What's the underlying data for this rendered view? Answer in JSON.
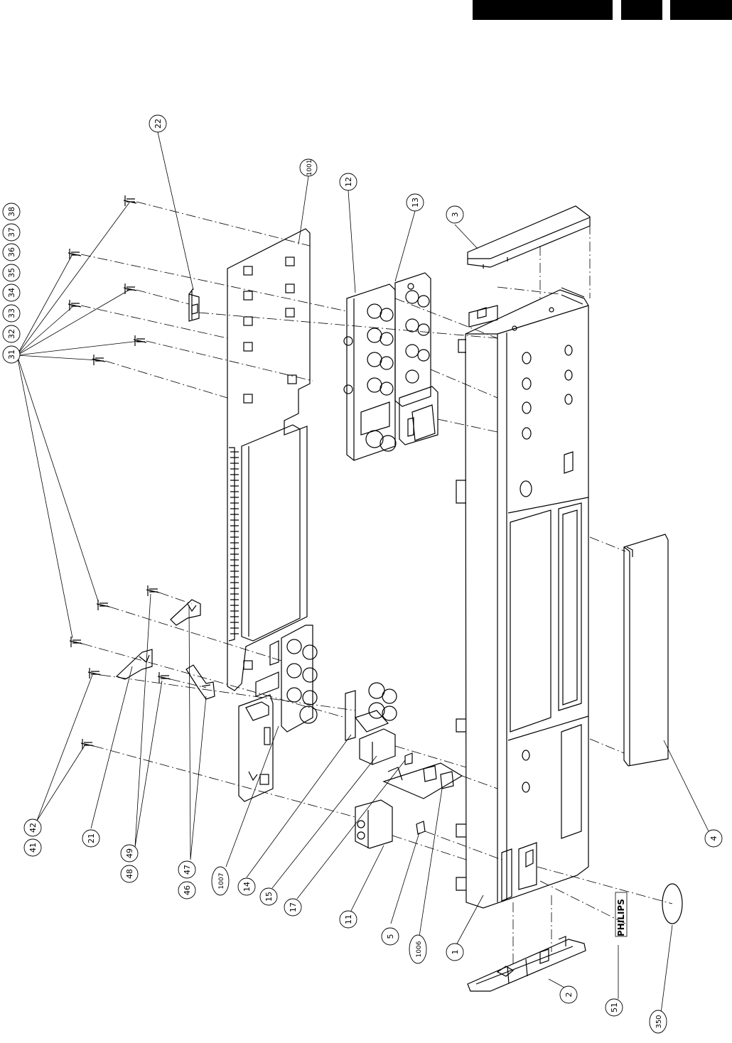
{
  "header": {
    "bars": [
      "",
      "",
      ""
    ]
  },
  "callouts": {
    "c22": "22",
    "c1001": "1001",
    "c12": "12",
    "c13": "13",
    "c3": "3",
    "c38": "38",
    "c37": "37",
    "c36": "36",
    "c35": "35",
    "c34": "34",
    "c33": "33",
    "c32": "32",
    "c31": "31",
    "c41": "41",
    "c42": "42",
    "c21": "21",
    "c48": "48",
    "c49": "49",
    "c46": "46",
    "c47": "47",
    "c1007": "1007",
    "c14": "14",
    "c15": "15",
    "c17": "17",
    "c11": "11",
    "c5": "5",
    "c1006": "1006",
    "c1": "1",
    "c2": "2",
    "c51": "51",
    "c350": "350",
    "c4": "4"
  },
  "logo_text": "PHILIPS",
  "colors": {
    "line": "#000000",
    "paper": "#ffffff"
  }
}
